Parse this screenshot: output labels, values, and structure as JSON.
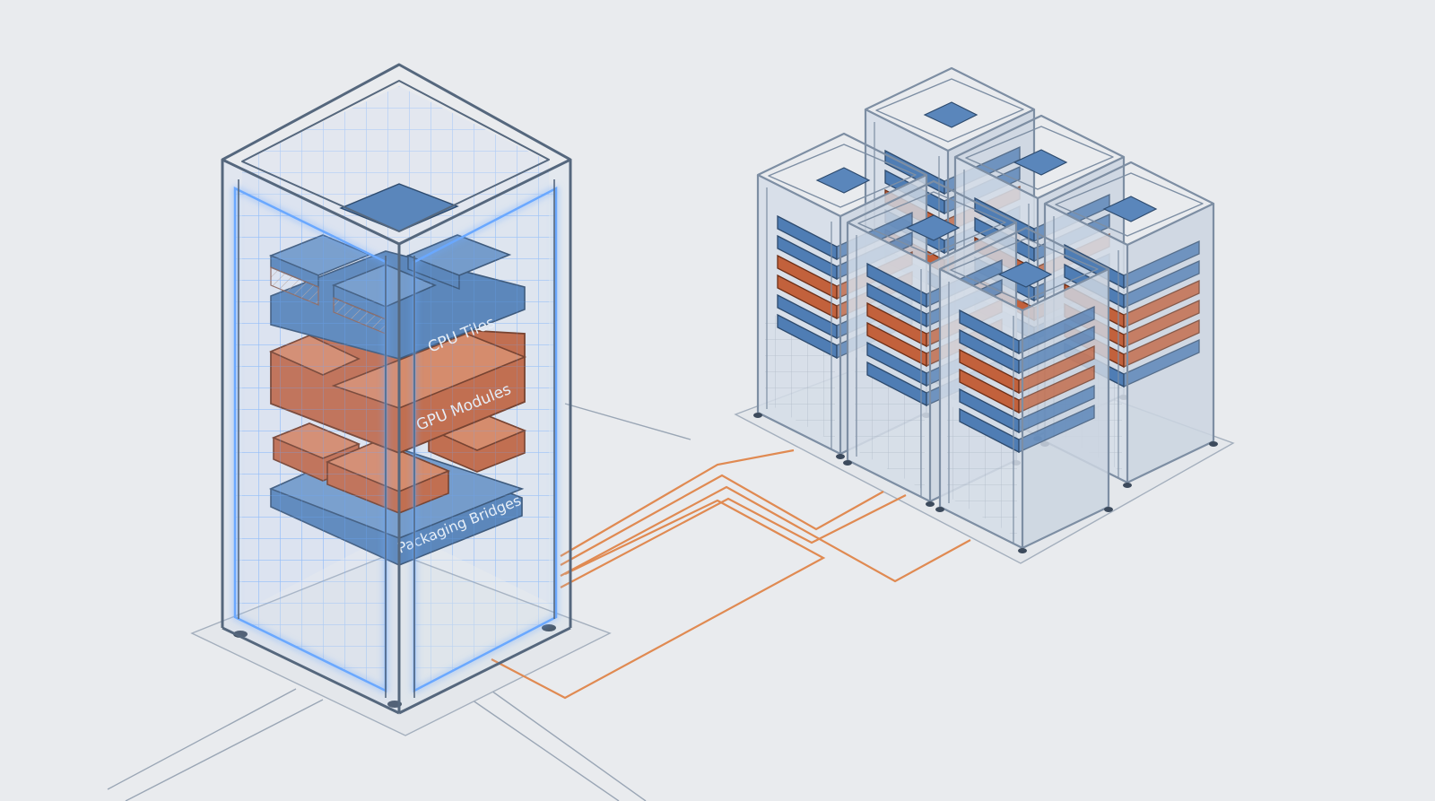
{
  "diagram": {
    "labels": {
      "cpu": "CPU Tiles",
      "gpu": "GPU Modules",
      "bridges": "Packaging Bridges"
    },
    "colors": {
      "background": "#e9ebee",
      "blue_tile": "#4f7db4",
      "orange_module": "#c2613c",
      "frame": "#7d8ea3",
      "glow": "#6aa8ff",
      "interconnect": "#e08a52"
    },
    "cluster": {
      "rack_count": 6
    }
  }
}
